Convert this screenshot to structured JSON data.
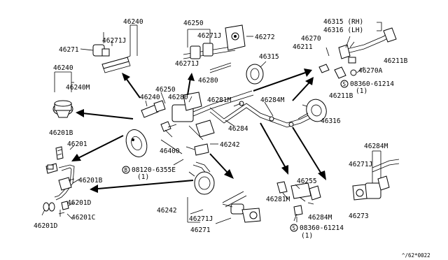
{
  "labels": {
    "p46240_top": "46240",
    "p46271J_topleft": "46271J",
    "p46271_topleft": "46271",
    "p46250_top": "46250",
    "p46271J_top": "46271J",
    "p46272": "46272",
    "p46271J_top2": "46271J",
    "p46280_top": "46280",
    "p46315_mid": "46315",
    "p46315_rh": "46315 (RH)",
    "p46316_lh": "46316 (LH)",
    "p46270": "46270",
    "p46211": "46211",
    "p46270A": "46270A",
    "p46211B_right": "46211B",
    "p46211B_mid": "46211B",
    "bolt_right": "08360-61214",
    "bolt_right_qty": "(1)",
    "p46240_left": "46240",
    "p46240M": "46240M",
    "p46250_mid": "46250",
    "p46240_mid": "46240",
    "p46280_mid": "46280",
    "p46281M_top": "46281M",
    "p46284M_top": "46284M",
    "p46316_right": "46316",
    "p46284": "46284",
    "p46242_mid": "46242",
    "p46400": "46400",
    "bolt_left": "08120-6355E",
    "bolt_left_qty": "(1)",
    "p46201B_top": "46201B",
    "p46201": "46201",
    "p46201B_mid": "46201B",
    "p46201D_right": "46201D",
    "p46201C": "46201C",
    "p46201D_bottom": "46201D",
    "p46242_bottom": "46242",
    "p46271J_bottom": "46271J",
    "p46271_bottom": "46271",
    "p46255": "46255",
    "p46281M_bottom": "46281M",
    "p46284M_bottom": "46284M",
    "bolt_bottom": "08360-61214",
    "bolt_bottom_qty": "(1)",
    "p46284M_right": "46284M",
    "p46271J_right": "46271J",
    "p46273": "46273",
    "circle_S": "S",
    "circle_B": "B",
    "footer_code": "^/62*0022"
  }
}
